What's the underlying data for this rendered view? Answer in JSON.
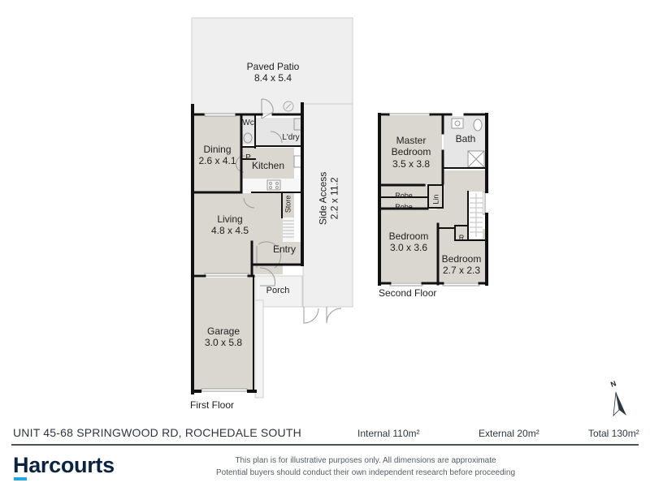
{
  "plan": {
    "first_floor": {
      "label": "First Floor",
      "rooms": [
        {
          "name": "Paved Patio",
          "dim": "8.4 x 5.4"
        },
        {
          "name": "Dining",
          "dim": "2.6 x 4.1"
        },
        {
          "name": "Wc",
          "dim": ""
        },
        {
          "name": "L'dry",
          "dim": ""
        },
        {
          "name": "P",
          "dim": ""
        },
        {
          "name": "Kitchen",
          "dim": ""
        },
        {
          "name": "Living",
          "dim": "4.8 x 4.5"
        },
        {
          "name": "Store",
          "dim": ""
        },
        {
          "name": "Entry",
          "dim": ""
        },
        {
          "name": "Porch",
          "dim": ""
        },
        {
          "name": "Garage",
          "dim": "3.0 x 5.8"
        },
        {
          "name": "Side Access",
          "dim": "2.2 x 11.2"
        }
      ]
    },
    "second_floor": {
      "label": "Second Floor",
      "rooms": [
        {
          "name": "Master Bedroom",
          "name_line1": "Master",
          "name_line2": "Bedroom",
          "dim": "3.5 x 3.8"
        },
        {
          "name": "Bath",
          "dim": ""
        },
        {
          "name": "Robe",
          "dim": ""
        },
        {
          "name": "Robe",
          "dim": ""
        },
        {
          "name": "Lin",
          "dim": ""
        },
        {
          "name": "Bedroom",
          "dim": "3.0 x 3.6"
        },
        {
          "name": "R",
          "dim": ""
        },
        {
          "name": "Bedroom",
          "dim": "2.7 x 2.3"
        }
      ]
    },
    "north_label": "N",
    "colors": {
      "room_fill": "#d9d7cf",
      "outdoor_fill": "#efefef",
      "wall": "#111111",
      "wet_fill": "#e6e6e6"
    }
  },
  "footer": {
    "address": "UNIT 45-68 SPRINGWOOD RD, ROCHEDALE SOUTH",
    "internal": "Internal 110m²",
    "external": "External 20m²",
    "total": "Total 130m²",
    "brand": "Harcourts",
    "brand_color": "#0b2341",
    "brand_accent": "#1ea7e1",
    "disclaimer_line1": "This plan is for illustrative purposes only. All dimensions are approximate",
    "disclaimer_line2": "Potential buyers should conduct their own independent research before proceeding"
  }
}
